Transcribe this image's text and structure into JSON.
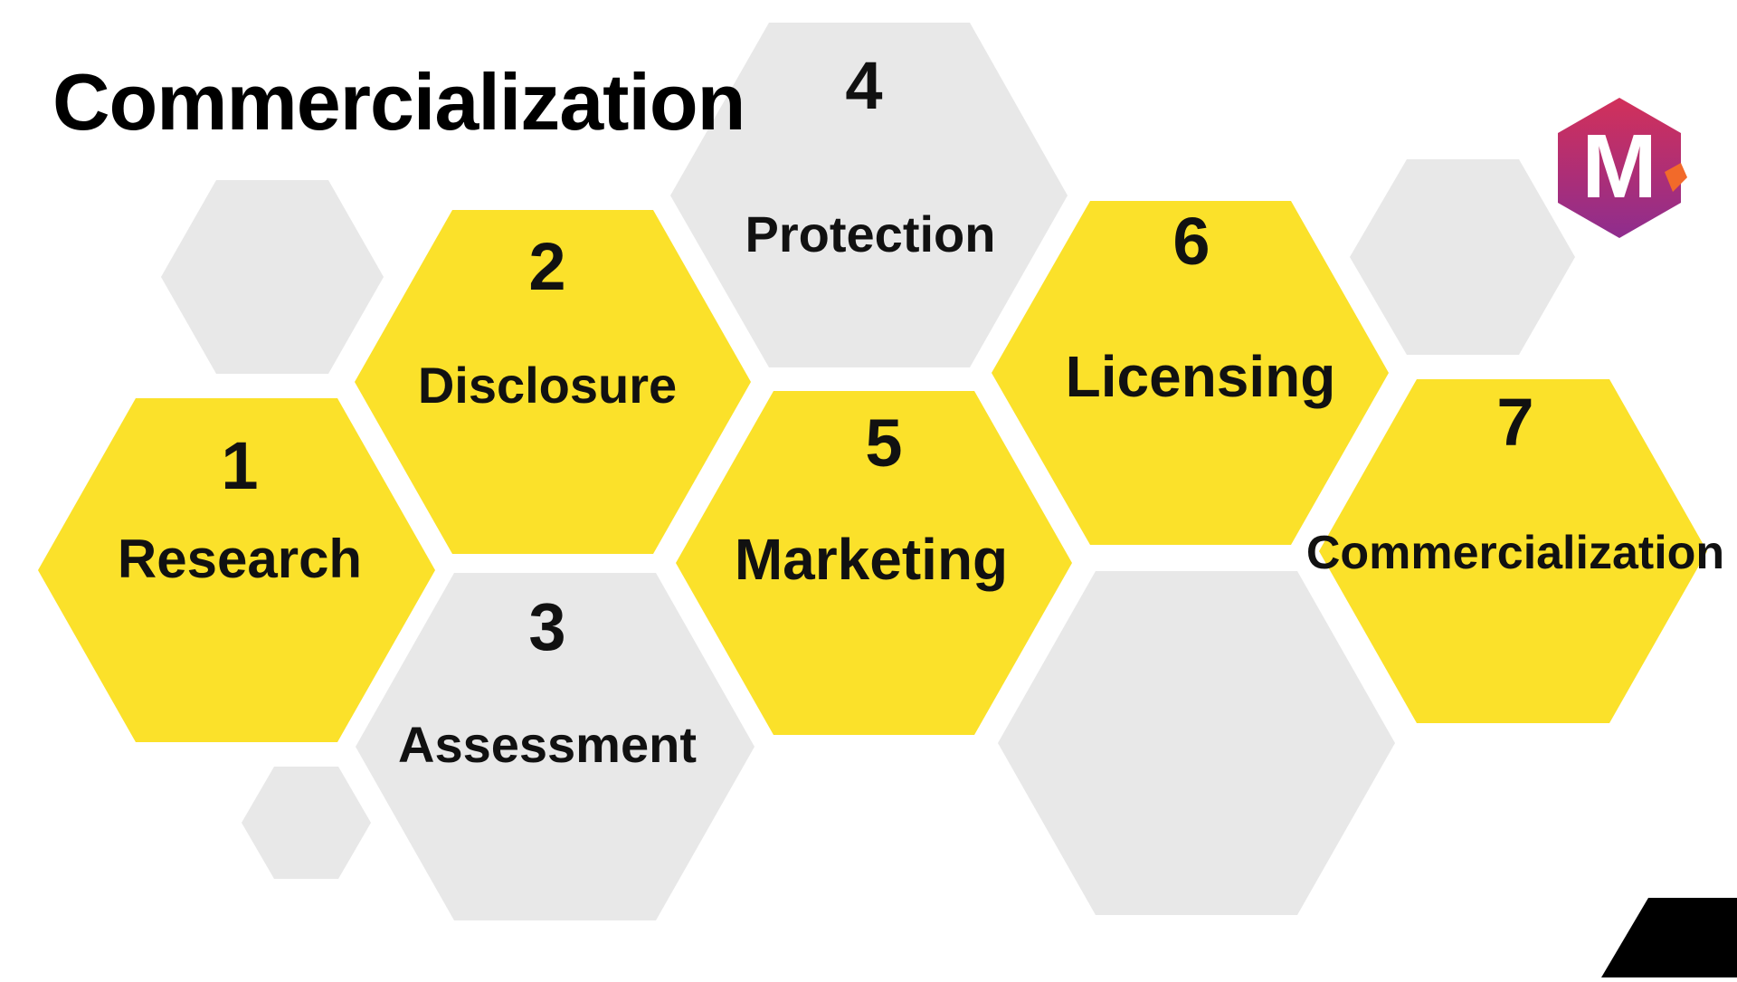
{
  "title": "Commercialization",
  "colors": {
    "yellow": "#FBE12A",
    "gray": "#E8E8E8",
    "text": "#111111",
    "logo_top": "#D2305A",
    "logo_bottom": "#8E2D8E",
    "logo_accent": "#F26A2A",
    "corner": "#000000"
  },
  "logo": {
    "letter": "M"
  },
  "steps": [
    {
      "number": "1",
      "label": "Research"
    },
    {
      "number": "2",
      "label": "Disclosure"
    },
    {
      "number": "3",
      "label": "Assessment"
    },
    {
      "number": "4",
      "label": "Protection"
    },
    {
      "number": "5",
      "label": "Marketing"
    },
    {
      "number": "6",
      "label": "Licensing"
    },
    {
      "number": "7",
      "label": "Commercialization"
    }
  ]
}
